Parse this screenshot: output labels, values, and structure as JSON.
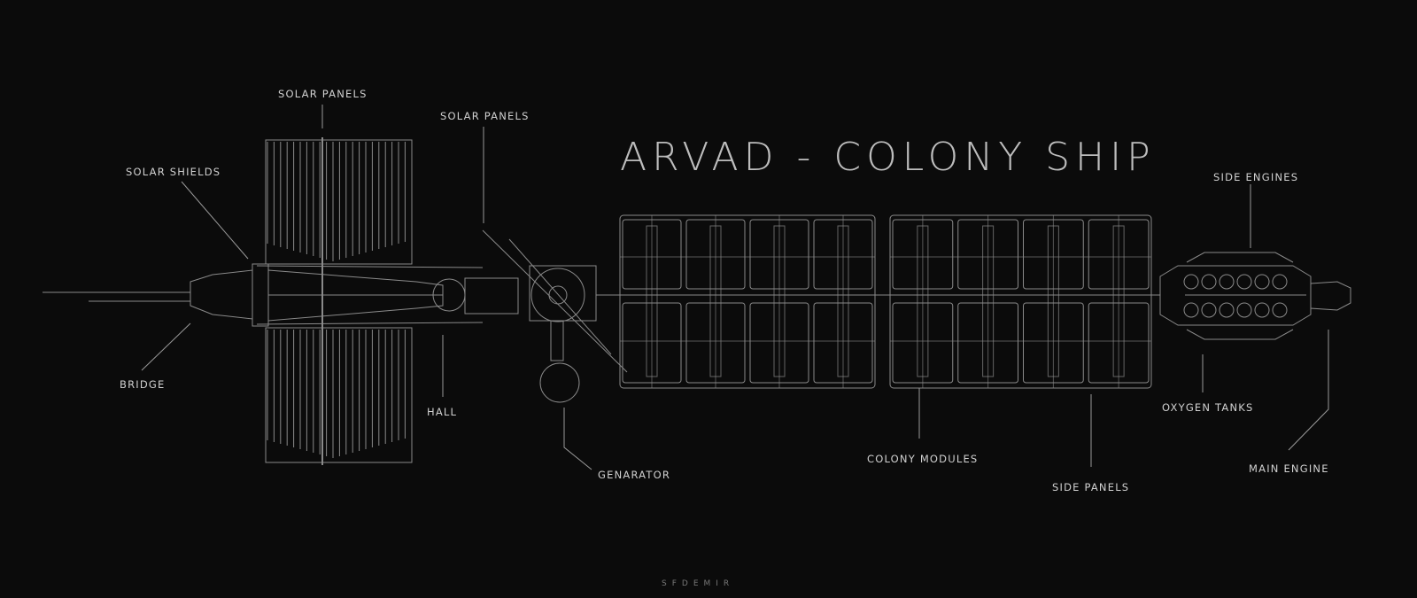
{
  "title": "ARVAD - COLONY SHIP",
  "signature": "SFDEMIR",
  "labels": {
    "solar_panels_left": "SOLAR PANELS",
    "solar_panels_mid": "SOLAR PANELS",
    "solar_shields": "SOLAR SHIELDS",
    "bridge": "BRIDGE",
    "hall": "HALL",
    "generator": "GENARATOR",
    "colony_modules": "COLONY MODULES",
    "side_panels": "SIDE PANELS",
    "side_engines": "SIDE ENGINES",
    "oxygen_tanks": "OXYGEN TANKS",
    "main_engine": "MAIN ENGINE"
  },
  "colors": {
    "background": "#0b0b0b",
    "line": "#8a8a8a",
    "text": "#d0d0d0"
  }
}
